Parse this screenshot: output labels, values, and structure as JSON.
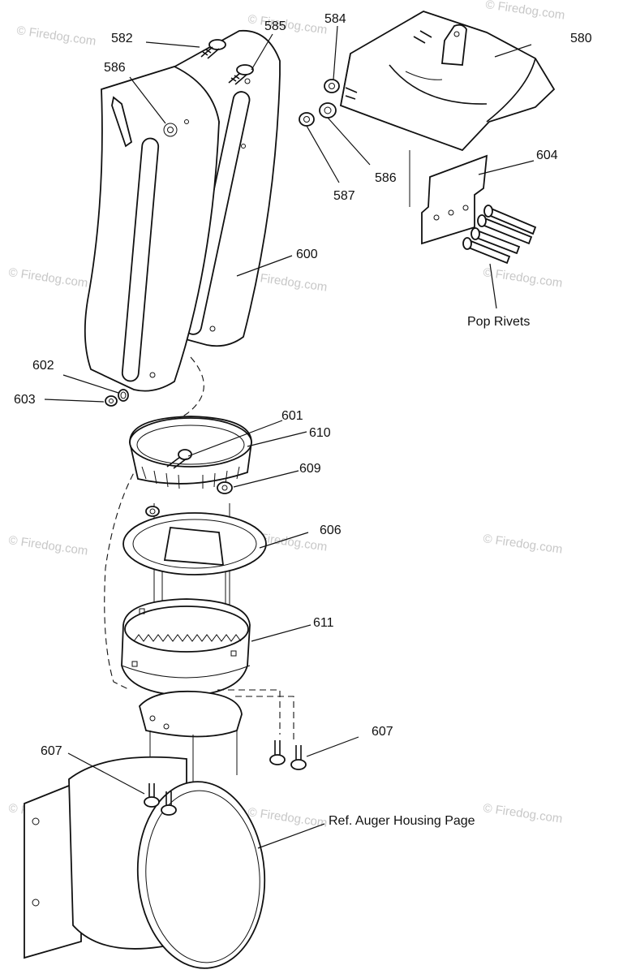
{
  "watermark": "© Firedog.com",
  "callouts": {
    "c580": "580",
    "c582": "582",
    "c584": "584",
    "c585": "585",
    "c586a": "586",
    "c586b": "586",
    "c587": "587",
    "c600": "600",
    "c601": "601",
    "c602": "602",
    "c603": "603",
    "c604": "604",
    "c606": "606",
    "c607a": "607",
    "c607b": "607",
    "c609": "609",
    "c610": "610",
    "c611": "611"
  },
  "notes": {
    "pop_rivets": "Pop Rivets",
    "ref_auger": "Ref. Auger Housing Page"
  }
}
